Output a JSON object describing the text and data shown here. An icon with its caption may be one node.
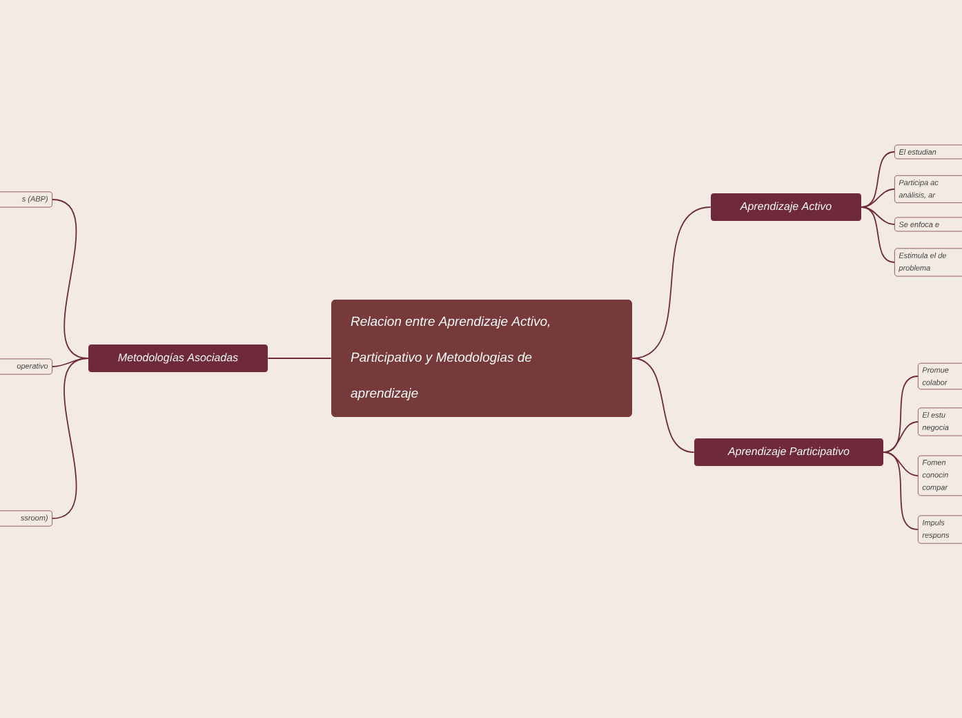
{
  "diagram": {
    "nodes": [
      {
        "text": [
          "Relacion entre Aprendizaje Activo, Participativo y Metodologias de aprendizaje"
        ]
      },
      {
        "text": [
          "Aprendizaje Activo"
        ]
      },
      {
        "text": [
          "El estudian"
        ]
      },
      {
        "text": [
          "Participa ac análisis, ar"
        ]
      },
      {
        "text": [
          "Se enfoca e"
        ]
      },
      {
        "text": [
          "Estimula el de problema"
        ]
      },
      {
        "text": [
          "Aprendizaje Participativo"
        ]
      },
      {
        "text": [
          "Promue colabor"
        ]
      },
      {
        "text": [
          "El estu negocia"
        ]
      },
      {
        "text": [
          "Fomen conocin compar"
        ]
      },
      {
        "text": [
          "Impuls respons"
        ]
      },
      {
        "text": [
          "Metodologías Asociadas"
        ]
      },
      {
        "text": [
          "s (ABP)"
        ]
      },
      {
        "text": [
          "operativo"
        ]
      },
      {
        "text": [
          "ssroom)"
        ]
      }
    ],
    "edges": [
      {
        "from": 0,
        "to": 1,
        "arrow": "none"
      },
      {
        "from": 1,
        "to": 2,
        "arrow": "none"
      },
      {
        "from": 1,
        "to": 3,
        "arrow": "none"
      },
      {
        "from": 1,
        "to": 4,
        "arrow": "none"
      },
      {
        "from": 1,
        "to": 5,
        "arrow": "none"
      },
      {
        "from": 0,
        "to": 6,
        "arrow": "none"
      },
      {
        "from": 6,
        "to": 7,
        "arrow": "none"
      },
      {
        "from": 6,
        "to": 8,
        "arrow": "none"
      },
      {
        "from": 6,
        "to": 9,
        "arrow": "none"
      },
      {
        "from": 6,
        "to": 10,
        "arrow": "none"
      },
      {
        "from": 0,
        "to": 11,
        "arrow": "none"
      },
      {
        "from": 11,
        "to": 12,
        "arrow": "none"
      },
      {
        "from": 11,
        "to": 13,
        "arrow": "none"
      },
      {
        "from": 11,
        "to": 14,
        "arrow": "none"
      }
    ]
  }
}
